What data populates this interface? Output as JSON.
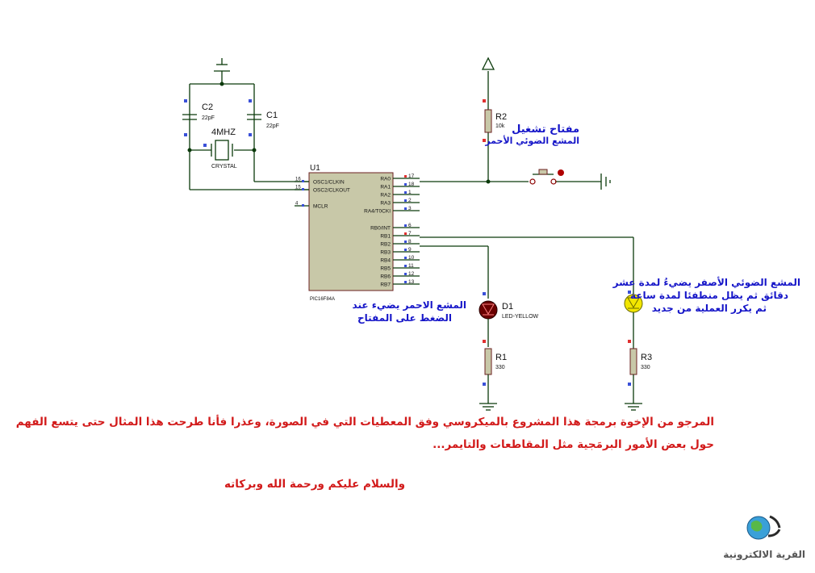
{
  "components": {
    "u1": {
      "ref": "U1",
      "part": "PIC16F84A",
      "left_pins": [
        {
          "num": "16",
          "name": "OSC1/CLKIN"
        },
        {
          "num": "15",
          "name": "OSC2/CLKOUT"
        },
        {
          "num": "4",
          "name": "MCLR"
        }
      ],
      "right_pins": [
        {
          "num": "17",
          "name": "RA0"
        },
        {
          "num": "18",
          "name": "RA1"
        },
        {
          "num": "1",
          "name": "RA2"
        },
        {
          "num": "2",
          "name": "RA3"
        },
        {
          "num": "3",
          "name": "RA4/T0CKI"
        },
        {
          "num": "6",
          "name": "RB0/INT"
        },
        {
          "num": "7",
          "name": "RB1"
        },
        {
          "num": "8",
          "name": "RB2"
        },
        {
          "num": "9",
          "name": "RB3"
        },
        {
          "num": "10",
          "name": "RB4"
        },
        {
          "num": "11",
          "name": "RB5"
        },
        {
          "num": "12",
          "name": "RB6"
        },
        {
          "num": "13",
          "name": "RB7"
        }
      ]
    },
    "c2": {
      "ref": "C2",
      "value": "22pF"
    },
    "c1": {
      "ref": "C1",
      "value": "22pF"
    },
    "x1": {
      "ref": "4MHZ",
      "value": "CRYSTAL"
    },
    "r2": {
      "ref": "R2",
      "value": "10k"
    },
    "r1": {
      "ref": "R1",
      "value": "330"
    },
    "r3": {
      "ref": "R3",
      "value": "330"
    },
    "d1": {
      "ref": "D1",
      "value": "LED-YELLOW"
    }
  },
  "notes": {
    "switch_line1": "مفتاح تشغيل",
    "switch_line2": "المشع الضوئي الأحمر",
    "red_led_line1": "المشع الاحمر يضيء عند",
    "red_led_line2": "الضغط على المفتاح",
    "yellow_line1": "المشع الضوئي الأصفر يضيءُ لمدة عشر",
    "yellow_line2": "دقائق ثم يظل منطفئا لمدة ساعة",
    "yellow_line3": "ثم يكرر العملية من جديد"
  },
  "message": {
    "line1": "المرجو من الإخوة برمجة هذا المشروع بالميكروسي وفق المعطيات التي في الصورة، وعذرا فأنا طرحت هذا المثال حتى يتسع الفهم",
    "line2": "حول بعض الأمور البرمَجية مثل المقاطعات والتايمر...",
    "line3": "والسلام عليكم ورحمة الله وبركاته"
  },
  "logo": {
    "text": "القرية الالكترونية"
  },
  "colors": {
    "wire": "#0b3a0b",
    "chip_body": "#c8c8a8",
    "note_blue": "#1515c8",
    "note_red": "#d21a1a",
    "led_red": "#8b0000",
    "led_yellow": "#f2e600"
  }
}
